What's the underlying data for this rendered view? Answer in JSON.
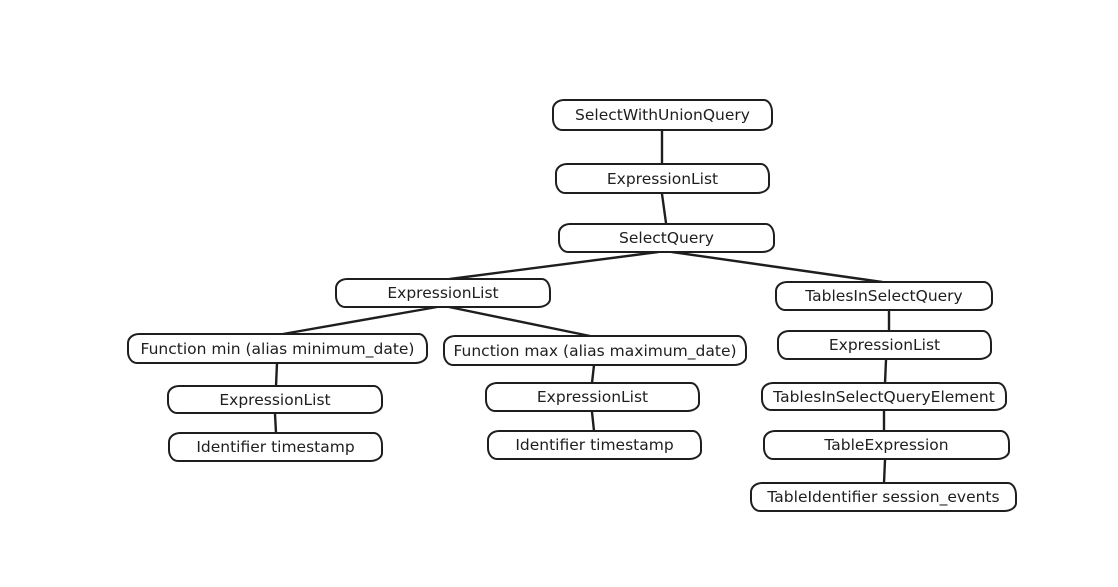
{
  "diagram": {
    "type": "tree",
    "description": "Hand-drawn abstract syntax tree of a SQL SELECT query",
    "colors": {
      "stroke": "#1e1e1e",
      "node_fill": "#ffffff",
      "background": "#ffffff"
    },
    "nodes": [
      {
        "id": "select-with-union-query",
        "label": "SelectWithUnionQuery"
      },
      {
        "id": "expression-list-root",
        "label": "ExpressionList"
      },
      {
        "id": "select-query",
        "label": "SelectQuery"
      },
      {
        "id": "expression-list-select",
        "label": "ExpressionList"
      },
      {
        "id": "tables-in-select-query",
        "label": "TablesInSelectQuery"
      },
      {
        "id": "function-min",
        "label": "Function min (alias minimum_date)"
      },
      {
        "id": "function-max",
        "label": "Function max (alias maximum_date)"
      },
      {
        "id": "expression-list-tables",
        "label": "ExpressionList"
      },
      {
        "id": "expression-list-min",
        "label": "ExpressionList"
      },
      {
        "id": "expression-list-max",
        "label": "ExpressionList"
      },
      {
        "id": "tables-in-select-query-element",
        "label": "TablesInSelectQueryElement"
      },
      {
        "id": "identifier-timestamp-min",
        "label": "Identifier timestamp"
      },
      {
        "id": "identifier-timestamp-max",
        "label": "Identifier timestamp"
      },
      {
        "id": "table-expression",
        "label": "TableExpression"
      },
      {
        "id": "table-identifier-session-events",
        "label": "TableIdentifier session_events"
      }
    ],
    "edges": [
      {
        "from": "select-with-union-query",
        "to": "expression-list-root"
      },
      {
        "from": "expression-list-root",
        "to": "select-query"
      },
      {
        "from": "select-query",
        "to": "expression-list-select"
      },
      {
        "from": "select-query",
        "to": "tables-in-select-query"
      },
      {
        "from": "expression-list-select",
        "to": "function-min"
      },
      {
        "from": "expression-list-select",
        "to": "function-max"
      },
      {
        "from": "function-min",
        "to": "expression-list-min"
      },
      {
        "from": "expression-list-min",
        "to": "identifier-timestamp-min"
      },
      {
        "from": "function-max",
        "to": "expression-list-max"
      },
      {
        "from": "expression-list-max",
        "to": "identifier-timestamp-max"
      },
      {
        "from": "tables-in-select-query",
        "to": "expression-list-tables"
      },
      {
        "from": "expression-list-tables",
        "to": "tables-in-select-query-element"
      },
      {
        "from": "tables-in-select-query-element",
        "to": "table-expression"
      },
      {
        "from": "table-expression",
        "to": "table-identifier-session-events"
      }
    ]
  }
}
